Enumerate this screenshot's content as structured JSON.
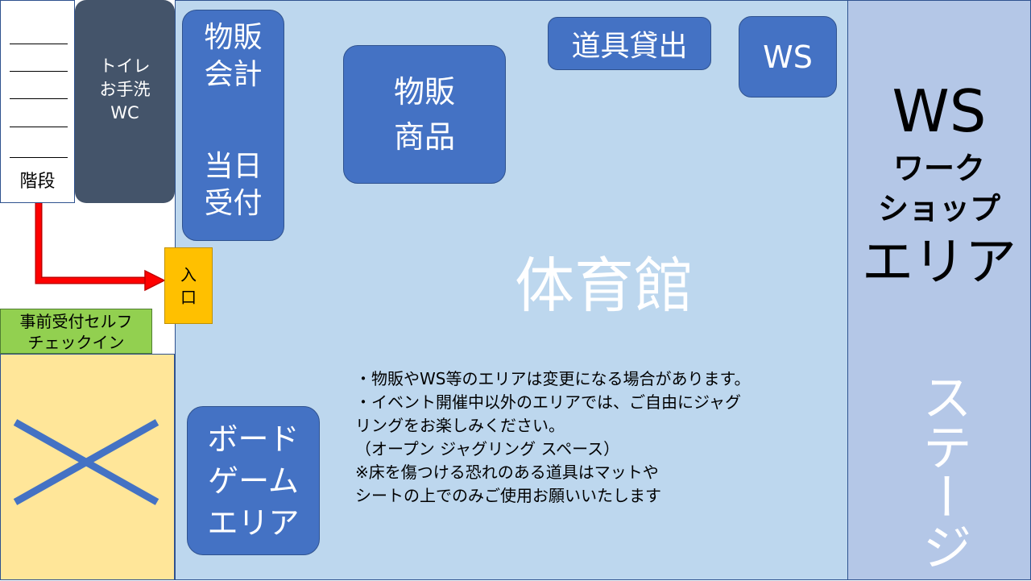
{
  "gym": {
    "label": "体育館"
  },
  "stairs": {
    "label": "階段"
  },
  "toilet": {
    "lines": [
      "トイレ",
      "お手洗",
      "WC"
    ]
  },
  "entrance": {
    "lines": [
      "入",
      "口"
    ]
  },
  "checkin": {
    "lines": [
      "事前受付セルフ",
      "チェックイン"
    ]
  },
  "registration": {
    "sales": [
      "物販",
      "会計"
    ],
    "today": [
      "当日",
      "受付"
    ]
  },
  "goods": {
    "lines": [
      "物販",
      "商品"
    ]
  },
  "rental": {
    "label": "道具貸出"
  },
  "ws_box": {
    "label": "WS"
  },
  "board_game": {
    "lines": [
      "ボード",
      "ゲーム",
      "エリア"
    ]
  },
  "ws_area": {
    "title": "WS",
    "sub1": "ワーク",
    "sub2": "ショップ",
    "sub3": "エリア"
  },
  "stage": {
    "label": "ステージ"
  },
  "notes": [
    "・物販やWS等のエリアは変更になる場合があります。",
    "・イベント開催中以外のエリアでは、ご自由にジャグ",
    "リングをお楽しみください。",
    "（オープン ジャグリング スペース）",
    "※床を傷つける恐れのある道具はマットや",
    "シートの上でのみご使用お願いいたします"
  ],
  "colors": {
    "gym": "#bdd7ee",
    "ws_area": "#b4c7e7",
    "box": "#4472c4",
    "toilet": "#44546a",
    "entrance": "#ffc000",
    "checkin": "#92d050",
    "closed": "#ffe699",
    "arrow": "#ff0000",
    "cross": "#4472c4"
  },
  "icons": {
    "closed_mark": "cross-icon",
    "route": "arrow-right-icon"
  }
}
